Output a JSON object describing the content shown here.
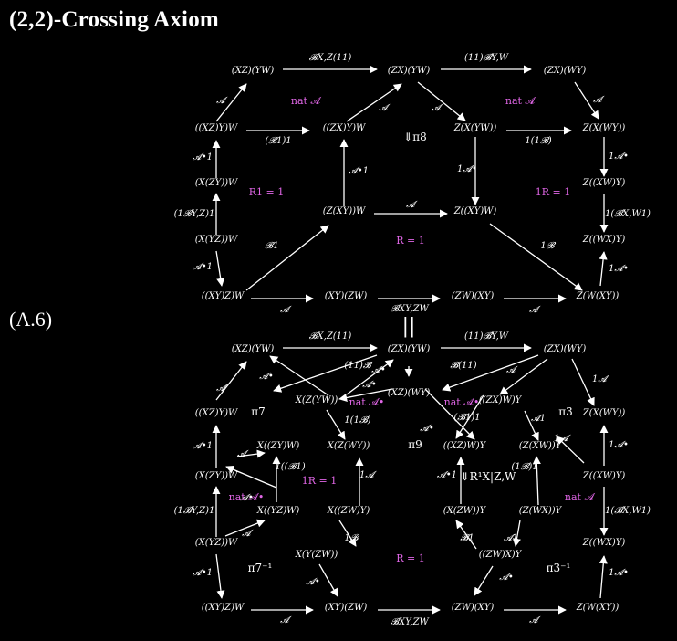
{
  "title": "(2,2)-Crossing Axiom",
  "equation_label": "(A.6)",
  "colors": {
    "background": "#000000",
    "foreground": "#ffffff",
    "highlight": "#e066e6"
  },
  "top": {
    "nodes": {
      "n1": "(XZ)(YW)",
      "n2": "(ZX)(YW)",
      "n3": "(ZX)(WY)",
      "n4": "((XZ)Y)W",
      "n5": "((ZX)Y)W",
      "n6": "Z(X(YW))",
      "n7": "Z(X(WY))",
      "n8": "(X(ZY))W",
      "n9": "Z((XW)Y)",
      "n10": "(Z(XY))W",
      "n11": "Z((XY)W)",
      "n12": "(X(YZ))W",
      "n13": "Z((WX)Y)",
      "n14": "((XY)Z)W",
      "n15": "(XY)(ZW)",
      "n16": "(ZW)(XY)",
      "n17": "Z(W(XY))"
    },
    "edges": {
      "e1": "𝓑X,Z(11)",
      "e2": "(11)𝓑Y,W",
      "e3": "𝓐",
      "e4": "(𝓑1)1",
      "e5": "𝓐",
      "e6": "𝓐",
      "e7": "1(1𝓑)",
      "e8": "𝓐",
      "e9": "𝓐•1",
      "e10": "𝓐•1",
      "e11": "1𝓐•",
      "e12": "1𝓐•",
      "e13": "(1𝓑Y,Z)1",
      "e14": "𝓐",
      "e15": "1(𝓑X,W1)",
      "e16": "𝓐•1",
      "e17": "𝓑1",
      "e18": "1𝓑",
      "e19": "1𝓐•",
      "e20": "𝓐",
      "e21": "𝓑XY,ZW",
      "e22": "𝓐"
    },
    "cells": {
      "c1": "nat 𝓐",
      "c2": "nat 𝓐",
      "c3": "⇓π8",
      "c4": "R1 = 1",
      "c5": "1R = 1",
      "c6": "R = 1"
    }
  },
  "equals": "||",
  "bottom": {
    "nodes": {
      "n1": "(XZ)(YW)",
      "n2": "(ZX)(YW)",
      "n3": "(ZX)(WY)",
      "n4": "(XZ)(WY)",
      "n5": "((XZ)Y)W",
      "n6": "X(Z(YW))",
      "n7": "((ZX)W)Y",
      "n8": "Z(X(WY))",
      "n9": "X((ZY)W)",
      "n10": "X(Z(WY))",
      "n11": "((XZ)W)Y",
      "n12": "(Z(XW))Y",
      "n13": "(X(ZY))W",
      "n14": "Z((XW)Y)",
      "n15": "X((YZ)W)",
      "n16": "X((ZW)Y)",
      "n17": "(X(ZW))Y",
      "n18": "(Z(WX))Y",
      "n19": "(X(YZ))W",
      "n20": "X(Y(ZW))",
      "n21": "((ZW)X)Y",
      "n22": "Z((WX)Y)",
      "n23": "((XY)Z)W",
      "n24": "(XY)(ZW)",
      "n25": "(ZW)(XY)",
      "n26": "Z(W(XY))"
    },
    "edges": {
      "e1": "𝓑X,Z(11)",
      "e2": "(11)𝓑Y,W",
      "e3": "(11)𝓑",
      "e4": "𝓑(11)",
      "e5": "=",
      "e6": "𝓐",
      "e7": "𝓐•",
      "e8": "𝓐•",
      "e9": "𝓐",
      "e10": "1𝓐",
      "e11": "1(1𝓑)",
      "e12": "𝓐•",
      "e13": "𝓐•",
      "e14": "(𝓑1)1",
      "e15": "𝓐1",
      "e16": "𝓐•1",
      "e17": "𝓐",
      "e18": "1((𝓑1)",
      "e19": "1𝓐",
      "e20": "𝓐•1",
      "e21": "(1𝓑)1",
      "e22": "1𝓐•",
      "e23": "(1𝓑Y,Z)1",
      "e24": "𝓐",
      "e25": "𝓐•",
      "e26": "1(𝓑X,W1)",
      "e27": "1𝓐",
      "e28": "1𝓑",
      "e29": "𝓑1",
      "e30": "𝓐1",
      "e31": "𝓐•1",
      "e32": "𝓐•",
      "e33": "𝓐•",
      "e34": "1𝓐•",
      "e35": "𝓐",
      "e36": "𝓑XY,ZW",
      "e37": "𝓐"
    },
    "cells": {
      "c1": "π7",
      "c2": "nat 𝓐•",
      "c3": "nat 𝓐•",
      "c4": "π3",
      "c5": "π9",
      "c6": "1R = 1",
      "c7": "⇓R¹X|Z,W",
      "c8": "nat 𝓐•",
      "c9": "nat 𝓐",
      "c10": "R = 1",
      "c11": "π7⁻¹",
      "c12": "π3⁻¹"
    }
  }
}
